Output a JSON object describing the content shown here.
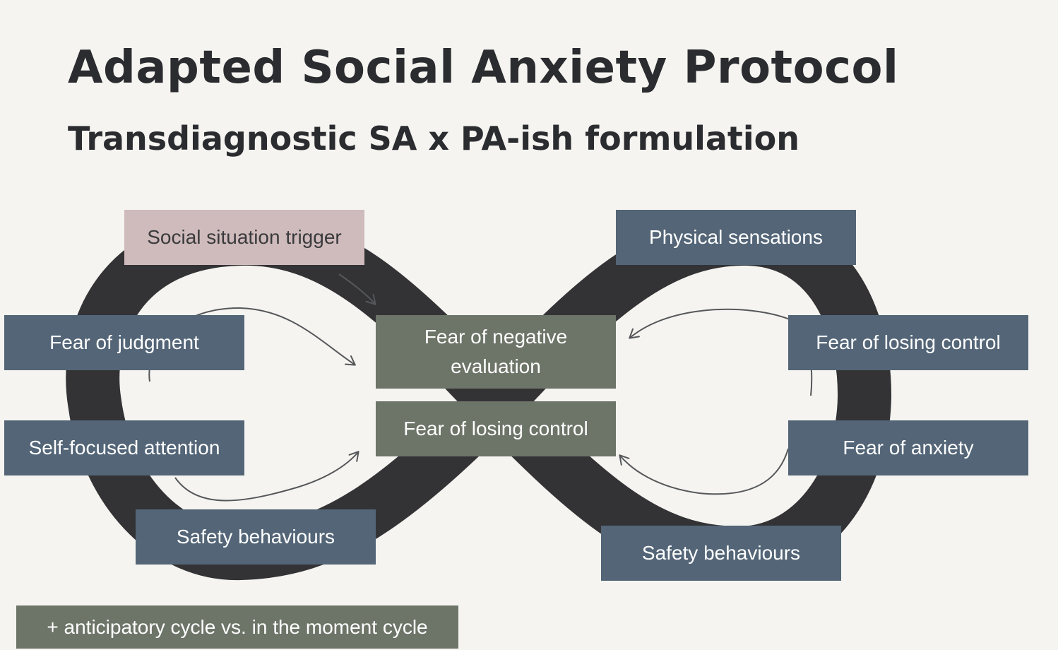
{
  "title": "Adapted Social Anxiety Protocol",
  "subtitle": "Transdiagnostic SA x PA-ish formulation",
  "colors": {
    "background": "#f5f4f0",
    "loop": "#333336",
    "arrow": "#55575a",
    "box_blue": "#536577",
    "box_green": "#6d7468",
    "box_pink": "#cfbbbc"
  },
  "nodes": {
    "social_trigger": "Social situation trigger",
    "physical_sensations": "Physical sensations",
    "fear_of_judgment": "Fear of judgment",
    "fear_negative_evaluation": "Fear of negative evaluation",
    "fear_losing_control_center": "Fear of losing control",
    "fear_losing_control_right": "Fear of losing control",
    "self_focused_attention": "Self-focused attention",
    "fear_of_anxiety": "Fear of anxiety",
    "safety_behaviours_left": "Safety behaviours",
    "safety_behaviours_right": "Safety behaviours"
  },
  "note": "+ anticipatory cycle vs. in the moment cycle"
}
